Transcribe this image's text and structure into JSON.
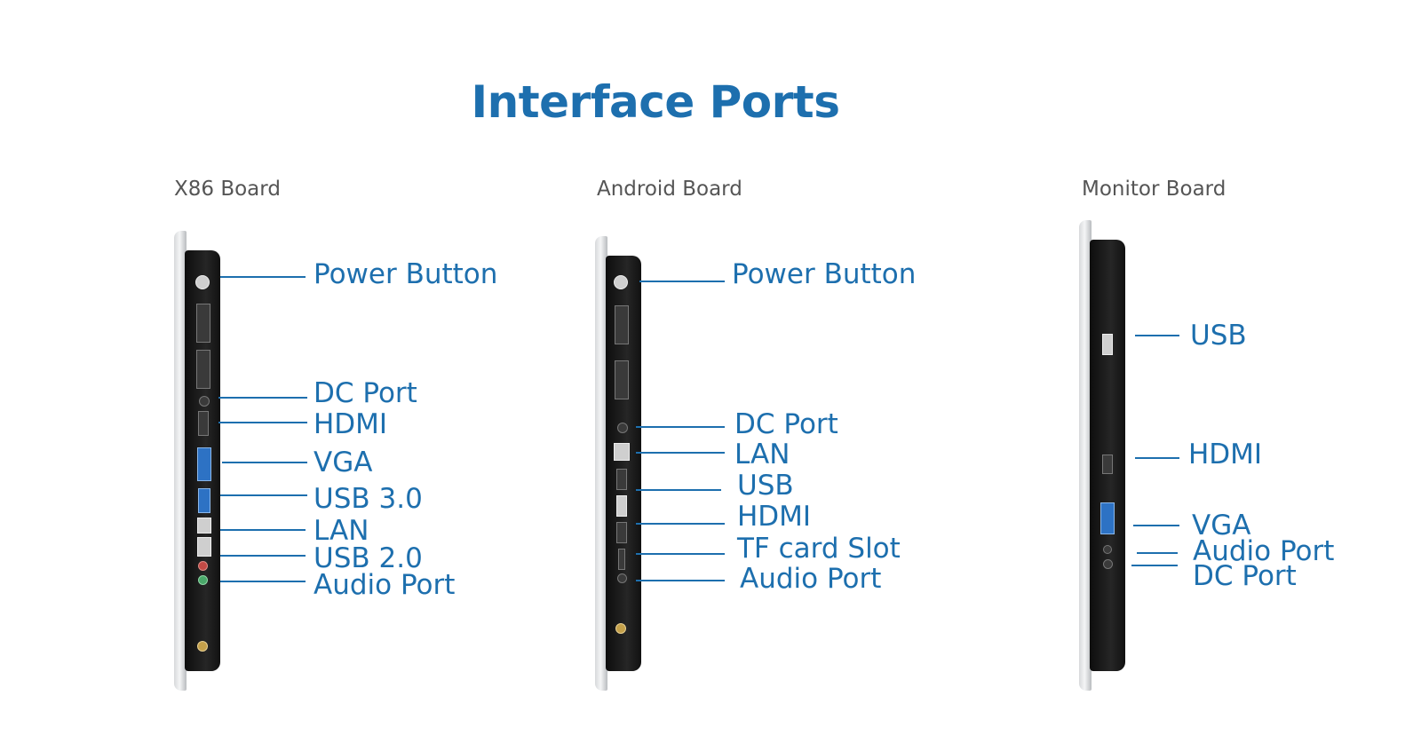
{
  "title": "Interface Ports",
  "boards": [
    {
      "name": "X86 Board",
      "ports": [
        "Power Button",
        "DC Port",
        "HDMI",
        "VGA",
        "USB 3.0",
        "LAN",
        "USB 2.0",
        "Audio Port"
      ]
    },
    {
      "name": "Android Board",
      "ports": [
        "Power Button",
        "DC Port",
        "LAN",
        "USB",
        "HDMI",
        "TF card Slot",
        "Audio Port"
      ]
    },
    {
      "name": "Monitor Board",
      "ports": [
        "USB",
        "HDMI",
        "VGA",
        "Audio Port",
        "DC Port"
      ]
    }
  ],
  "colors": {
    "accent": "#1d6fae",
    "board_name": "#555555"
  }
}
